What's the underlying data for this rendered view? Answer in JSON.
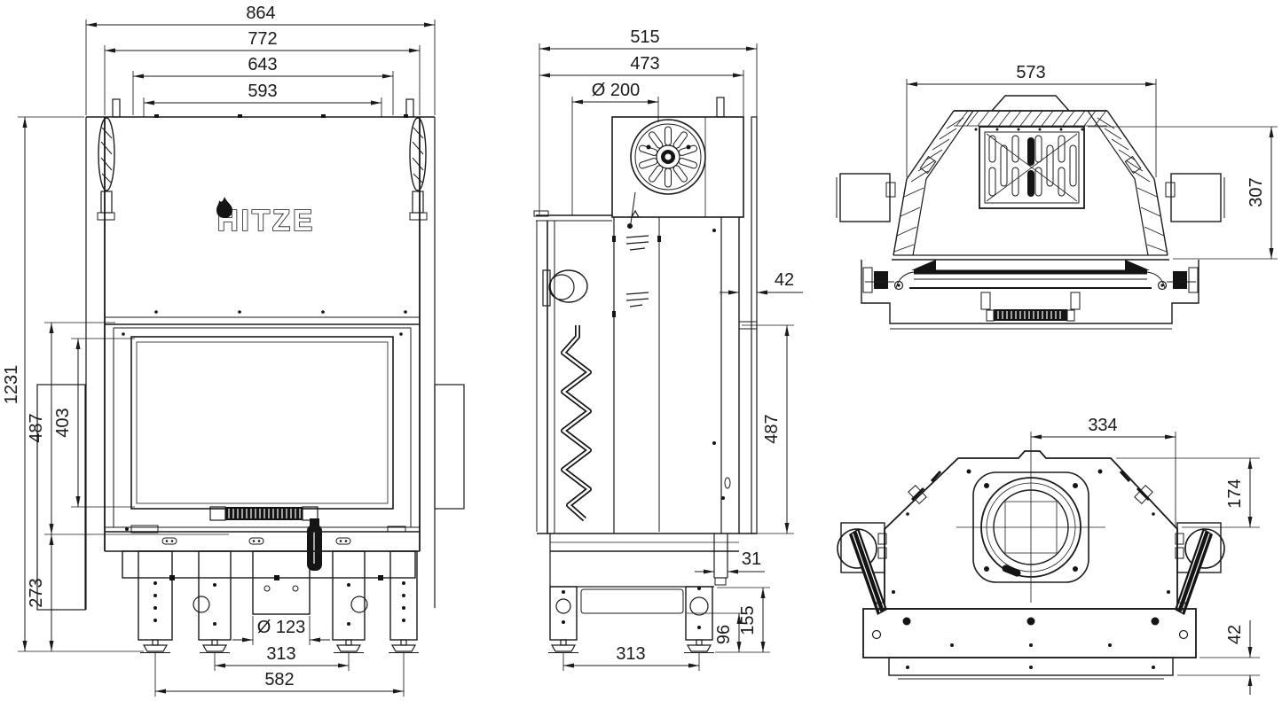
{
  "drawing": {
    "brand_logo": "HITZE",
    "front_view": {
      "width_overall": "864",
      "width_body": "772",
      "width_frame": "643",
      "width_glass": "593",
      "height_overall": "1231",
      "height_door": "487",
      "height_glass": "403",
      "height_base": "273",
      "air_inlet_diameter": "Ø 123",
      "feet_spacing": "313",
      "feet_span": "582"
    },
    "side_view": {
      "depth_overall": "515",
      "depth_body": "473",
      "flue_diameter": "Ø 200",
      "rear_offset": "42",
      "rear_panel_height": "487",
      "bracket_offset": "31",
      "base_height": "155",
      "outlet_height": "96",
      "feet_spacing": "313"
    },
    "top_view": {
      "width_top": "573",
      "depth_top": "307"
    },
    "back_view": {
      "flue_center_offset": "334",
      "flue_center_depth": "174",
      "base_plate_height": "42"
    }
  }
}
